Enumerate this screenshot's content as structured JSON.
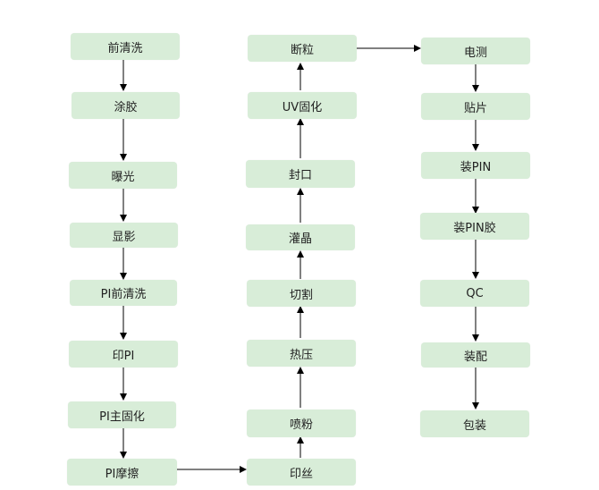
{
  "nodes": {
    "n1": "前清洗",
    "n2": "涂胶",
    "n3": "曝光",
    "n4": "显影",
    "n5": "PI前清洗",
    "n6": "印PI",
    "n7": "PI主固化",
    "n8": "PI摩擦",
    "n9": "印丝",
    "n10": "喷粉",
    "n11": "热压",
    "n12": "切割",
    "n13": "灌晶",
    "n14": "封口",
    "n15": "UV固化",
    "n16": "断粒",
    "n17": "电测",
    "n18": "贴片",
    "n19": "装PIN",
    "n20": "装PIN胶",
    "n21": "QC",
    "n22": "装配",
    "n23": "包装"
  },
  "colors": {
    "node_fill": "#d8edd8",
    "edge": "#000000"
  }
}
